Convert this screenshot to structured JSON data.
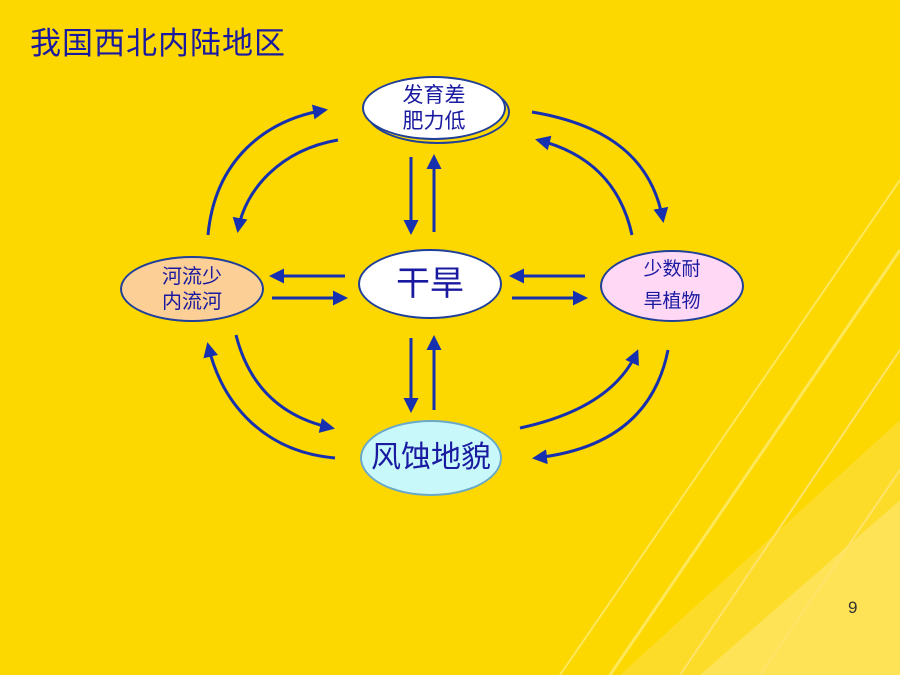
{
  "slide": {
    "title": "我国西北内陆地区",
    "page_number": "9"
  },
  "nodes": {
    "top": {
      "line1": "发育差",
      "line2": "肥力低",
      "fill": "#ffffff"
    },
    "center": {
      "label": "干旱",
      "fill": "#ffffff"
    },
    "left": {
      "line1": "河流少",
      "line2": "内流河",
      "fill": "#fccf97"
    },
    "right": {
      "line1": "少数耐",
      "line2": "旱植物",
      "fill": "#ffd8f6"
    },
    "bottom": {
      "label": "风蚀地貌",
      "fill": "#c9f8fb"
    }
  },
  "colors": {
    "background": "#fcd800",
    "text": "#1a1aa0",
    "arrow": "#1630b0"
  }
}
